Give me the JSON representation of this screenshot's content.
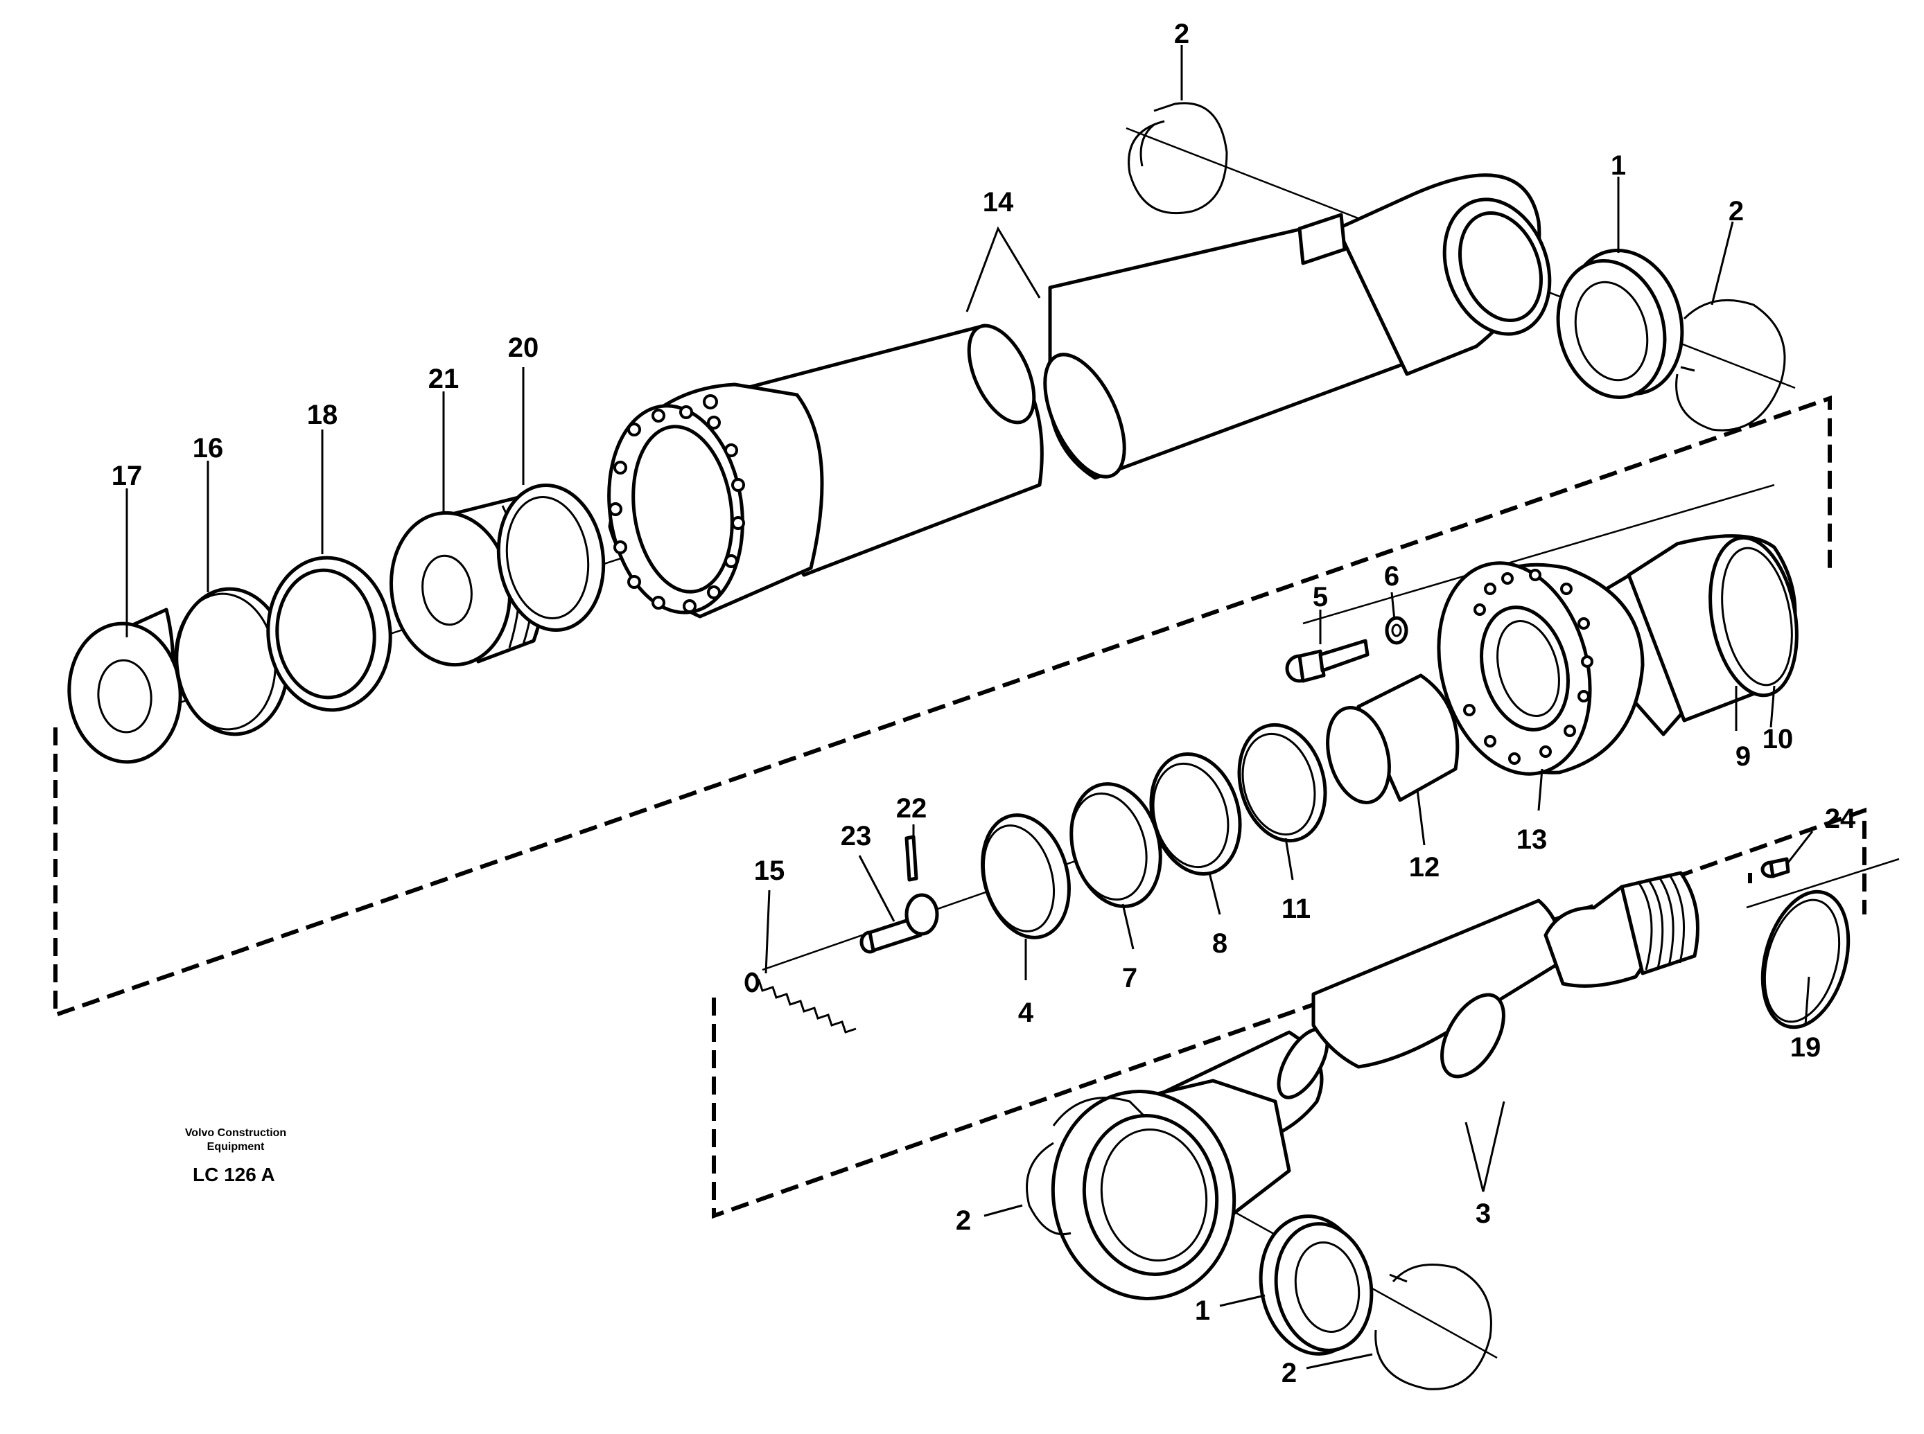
{
  "document": {
    "company_line1": "Volvo Construction",
    "company_line2": "Equipment",
    "figure_code": "LC 126 A"
  },
  "callouts": {
    "c1_top": "1",
    "c1_bottom": "1",
    "c2_top_ring": "2",
    "c2_top_right": "2",
    "c2_bot_left": "2",
    "c2_bot_bottom": "2",
    "c3": "3",
    "c4": "4",
    "c5": "5",
    "c6": "6",
    "c7": "7",
    "c8": "8",
    "c9": "9",
    "c10": "10",
    "c11": "11",
    "c12": "12",
    "c13": "13",
    "c14": "14",
    "c15": "15",
    "c16": "16",
    "c17": "17",
    "c18": "18",
    "c19": "19",
    "c20": "20",
    "c21": "21",
    "c22": "22",
    "c23": "23",
    "c24": "24"
  }
}
